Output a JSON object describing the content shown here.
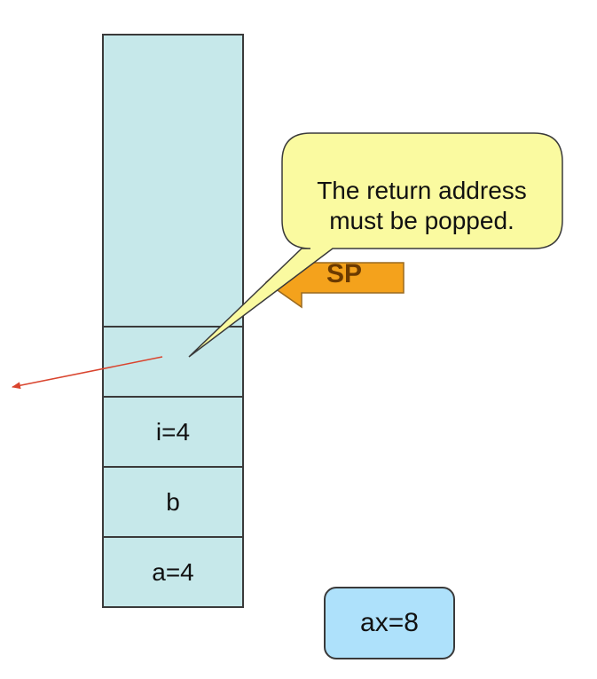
{
  "stack": {
    "cells": [
      {
        "label": ""
      },
      {
        "label": "i=4"
      },
      {
        "label": "b"
      },
      {
        "label": "a=4"
      }
    ]
  },
  "callout": {
    "line1": "The return address",
    "line2": "must be popped."
  },
  "pointer": {
    "label": "SP"
  },
  "register": {
    "label": "ax=8"
  },
  "colors": {
    "stack_fill": "#c6e8ea",
    "callout_fill": "#fafaa0",
    "pointer_fill": "#f4a21c",
    "register_fill": "#aee1fb",
    "arrow": "#d9442e"
  }
}
